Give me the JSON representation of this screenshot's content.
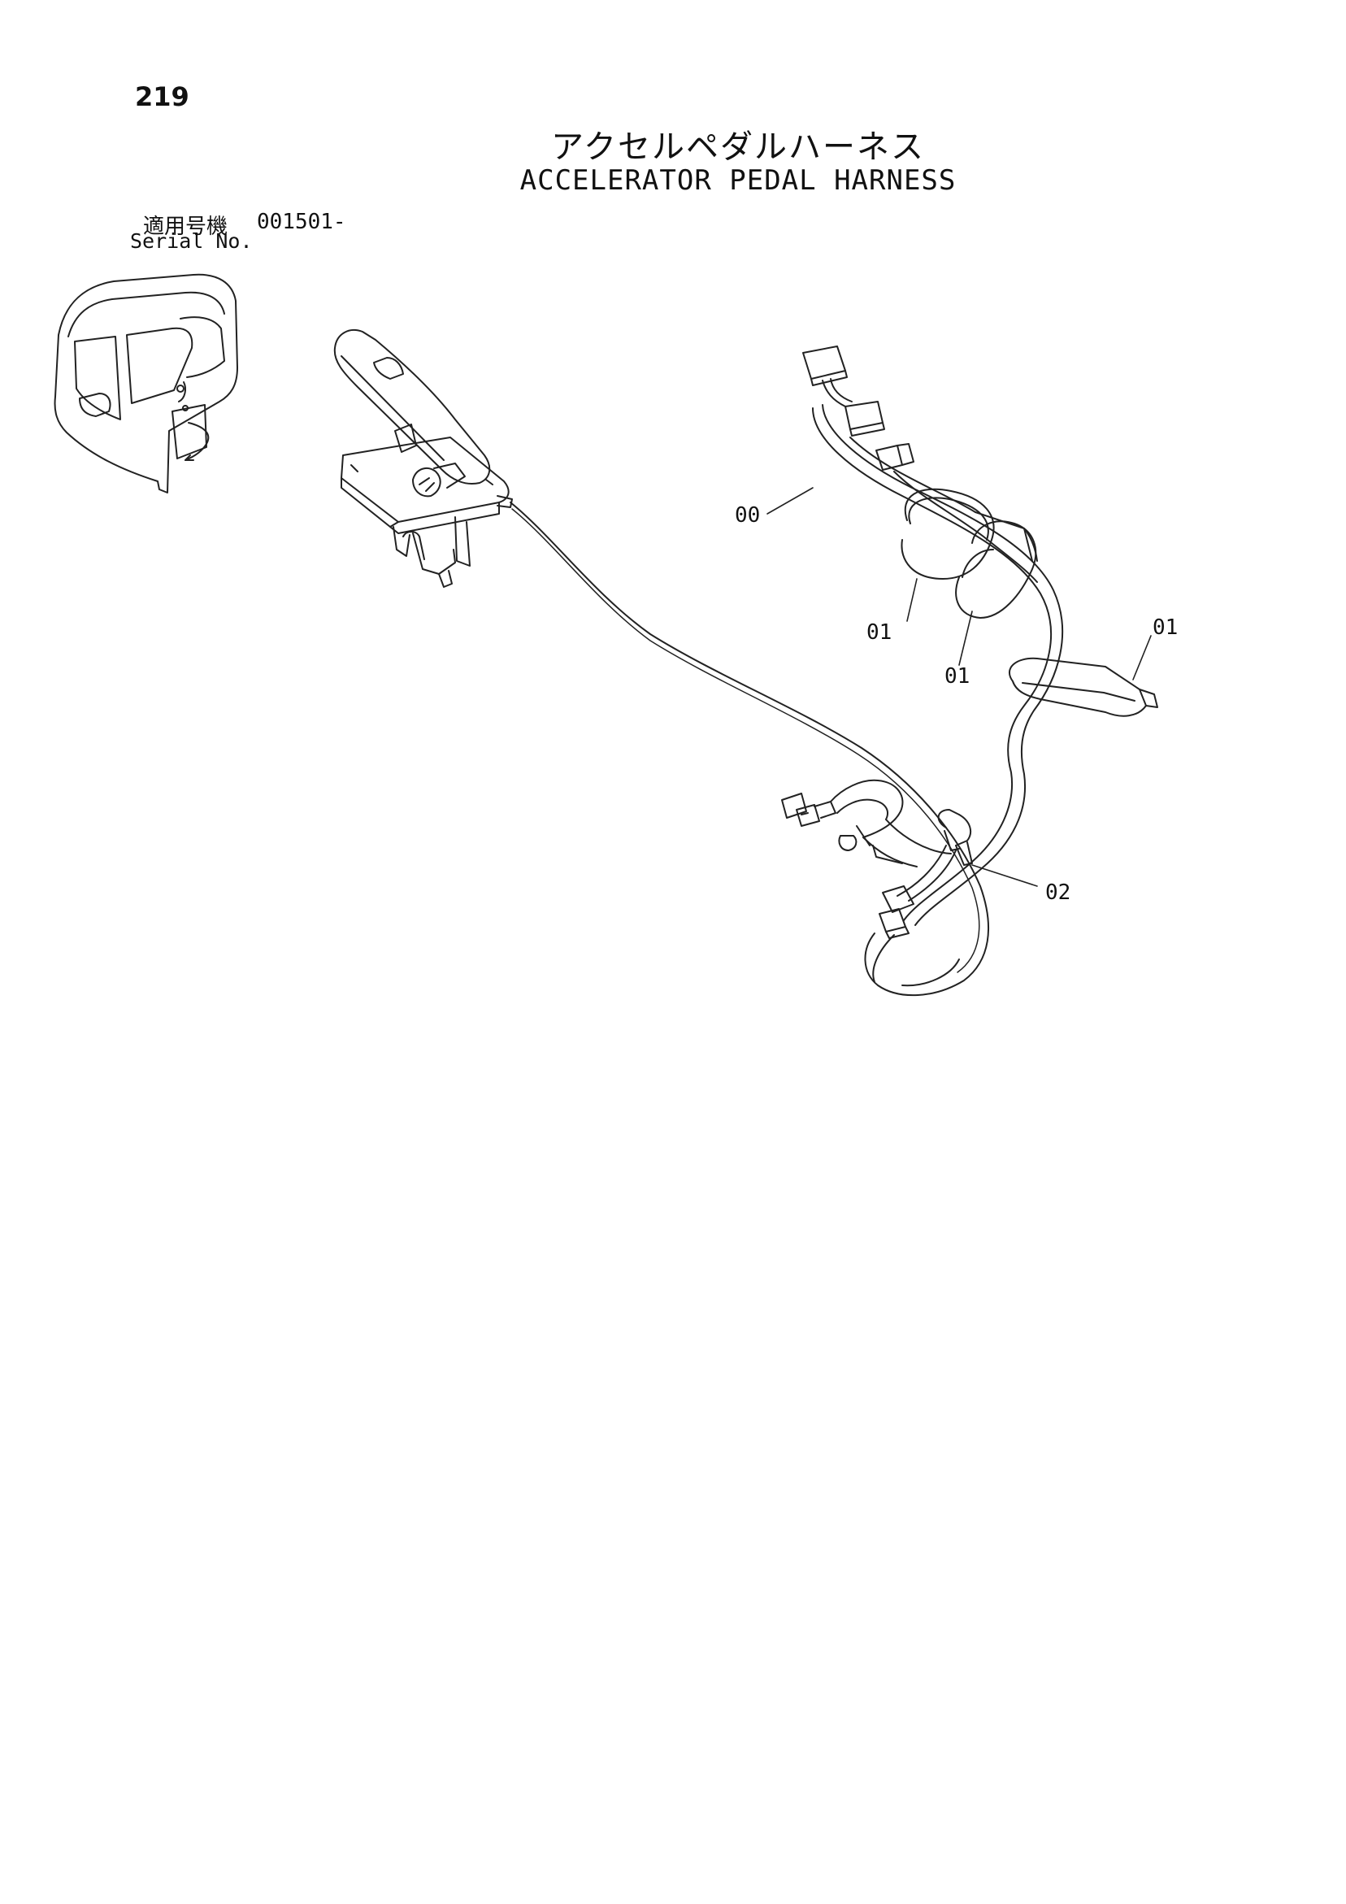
{
  "page": {
    "number": "219"
  },
  "title": {
    "japanese": "アクセルペダルハーネス",
    "english": "ACCELERATOR PEDAL HARNESS"
  },
  "serial": {
    "label_jp": "適用号機",
    "value": "001501-",
    "label_en": "Serial No."
  },
  "callouts": [
    {
      "id": "c1",
      "text": "00"
    },
    {
      "id": "c2",
      "text": "01"
    },
    {
      "id": "c3",
      "text": "01"
    },
    {
      "id": "c4",
      "text": "01"
    },
    {
      "id": "c5",
      "text": "02"
    }
  ]
}
